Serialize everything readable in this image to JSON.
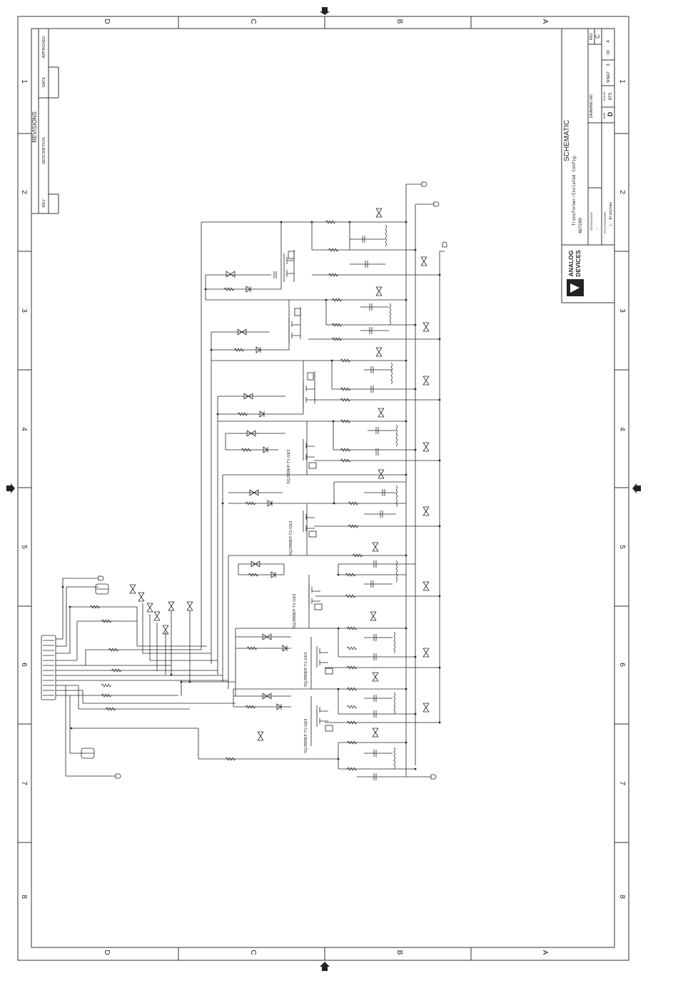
{
  "zones": {
    "columns": [
      "D",
      "C",
      "B",
      "A"
    ],
    "rows": [
      "1",
      "2",
      "3",
      "4",
      "5",
      "6",
      "7",
      "8"
    ]
  },
  "revisions": {
    "title": "REVISIONS",
    "rev_label": "REV",
    "description_label": "DESCRIPTION",
    "date_label": "DATE",
    "approved_label": "APPROVED"
  },
  "title_block": {
    "logo_line1": "ANALOG",
    "logo_line2": "DEVICES",
    "title": "SCHEMATIC",
    "subtitle": "Transformer/Isolated Config.",
    "part": "AD7280",
    "designer_label": "DESIGNVIEW",
    "designer": "-",
    "engineer_label": "PTD ENGINEER",
    "engineer": "L. Bradshaw",
    "drawing_no_label": "DRAWING NO.",
    "rev_label": "REV",
    "rev": "C",
    "size_label": "SIZE",
    "size": "D",
    "scale_label": "SCALE",
    "scale": "NTS",
    "sheet_label": "SHEET",
    "sheet": "3",
    "of_label": "OF",
    "of": "4"
  },
  "part_labels": [
    "SQJ980EP-T1-GE3",
    "SQJ980EP-T1-GE3",
    "SQJ980EP-T1-GE3",
    "SQJ980EP-T1-GE3",
    "SQJ980EP-T1-GE3"
  ],
  "colors": {
    "ink": "#222222",
    "frame": "#333333",
    "part_label": "#888888"
  }
}
